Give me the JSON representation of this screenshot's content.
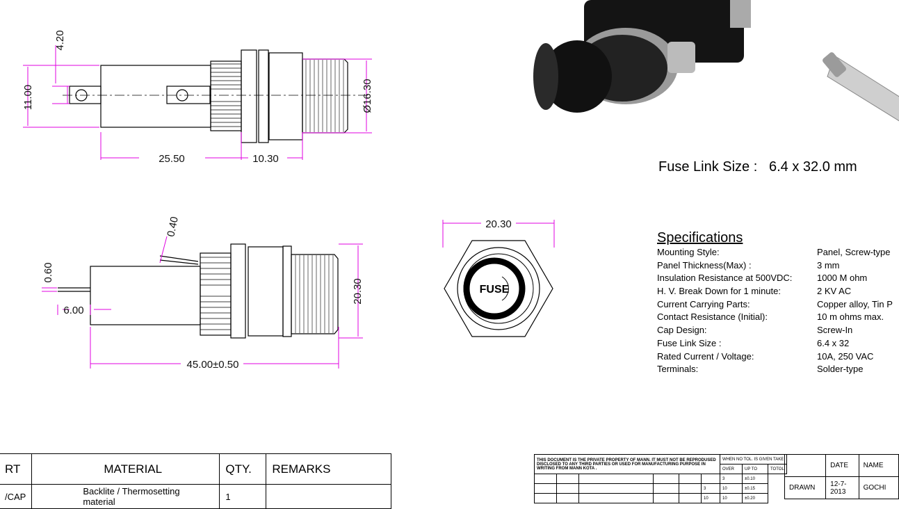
{
  "dimensions": {
    "top_view": {
      "terminal_width": "4.20",
      "height": "11.00",
      "diameter": "Ø16.30",
      "length_a": "25.50",
      "length_b": "10.30"
    },
    "side_view": {
      "angle_gap": "0.40",
      "terminal_thk": "0.60",
      "terminal_len": "6.00",
      "height": "20.30",
      "total_length": "45.00±0.50"
    },
    "front_view": {
      "width": "20.30",
      "cap_label": "FUSE"
    }
  },
  "fuse_link": {
    "label": "Fuse Link Size :",
    "value": "6.4 x 32.0 mm"
  },
  "specifications": {
    "title": "Specifications",
    "rows": [
      {
        "k": "Mounting Style:",
        "v": "Panel, Screw-type"
      },
      {
        "k": "Panel Thickness(Max)   :",
        "v": " 3 mm"
      },
      {
        "k": "Insulation Resistance at 500VDC:",
        "v": "1000 M ohm"
      },
      {
        "k": "H. V. Break Down for 1 minute:",
        "v": "2 KV AC"
      },
      {
        "k": "Current Carrying Parts:",
        "v": "Copper alloy, Tin P"
      },
      {
        "k": "Contact Resistance (Initial):",
        "v": "10 m ohms max."
      },
      {
        "k": "Cap Design:",
        "v": "Screw-In"
      },
      {
        "k": "Fuse Link Size :",
        "v": "6.4 x 32"
      },
      {
        "k": "Rated Current / Voltage:",
        "v": "10A, 250 VAC"
      },
      {
        "k": "Terminals:",
        "v": "Solder-type"
      }
    ]
  },
  "parts_table": {
    "headers": [
      "RT",
      "MATERIAL",
      "QTY.",
      "REMARKS"
    ],
    "row": [
      "/CAP",
      "Backlite / Thermosetting material",
      "1",
      ""
    ]
  },
  "title_block": {
    "notice": "THIS DOCUMENT IS THE PRIVATE PROPERTY OF   MANN. IT MUST NOT BE REPRODUSED DISCLOSED TO ANY THIRD PARTIES OR USED FOR MANUFACTURING PURPOSE IN WRITING FROM  MANN KOTA .",
    "tol_title": "WHEN NO TOL. IS GIVEN TAKE",
    "tol_headers": [
      "OVER",
      "UP TO",
      "TOTOL"
    ],
    "tol_rows": [
      [
        "",
        "3",
        "±0.10"
      ],
      [
        "3",
        "10",
        "±0.15"
      ],
      [
        "10",
        "10",
        "±0.20"
      ]
    ],
    "date_label": "DATE",
    "name_label": "NAME",
    "drawn_label": "DRAWN",
    "drawn_date": "12-7-2013",
    "drawn_name": "GOCHI"
  }
}
